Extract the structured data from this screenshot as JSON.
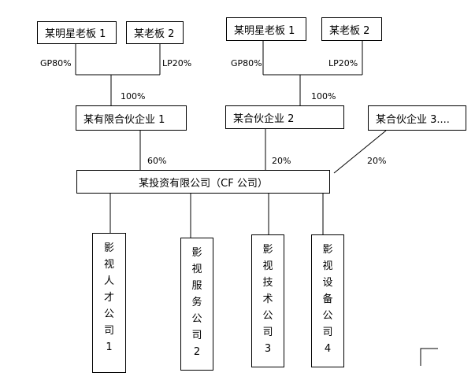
{
  "top_boxes": [
    {
      "label": "某明星老板 1"
    },
    {
      "label": "某老板 2"
    },
    {
      "label": "某明星老板 1"
    },
    {
      "label": "某老板 2"
    }
  ],
  "partner_labels": [
    "GP80%",
    "LP20%",
    "GP80%",
    "LP20%"
  ],
  "fund_share_labels": [
    "100%",
    "100%"
  ],
  "funds": [
    {
      "label": "某有限合伙企业 1"
    },
    {
      "label": "某合伙企业 2"
    },
    {
      "label": "某合伙企业 3...."
    }
  ],
  "investment_labels": [
    "60%",
    "20%",
    "20%"
  ],
  "main_company": {
    "label": "某投资有限公司（CF 公司）"
  },
  "subsidiaries": [
    {
      "chars": [
        "影",
        "视",
        "人",
        "才",
        "公",
        "司",
        "1"
      ]
    },
    {
      "chars": [
        "影",
        "视",
        "服",
        "务",
        "公",
        "司",
        "2"
      ]
    },
    {
      "chars": [
        "影",
        "视",
        "技",
        "术",
        "公",
        "司",
        "3"
      ]
    },
    {
      "chars": [
        "影",
        "视",
        "设",
        "备",
        "公",
        "司",
        "4"
      ]
    }
  ]
}
